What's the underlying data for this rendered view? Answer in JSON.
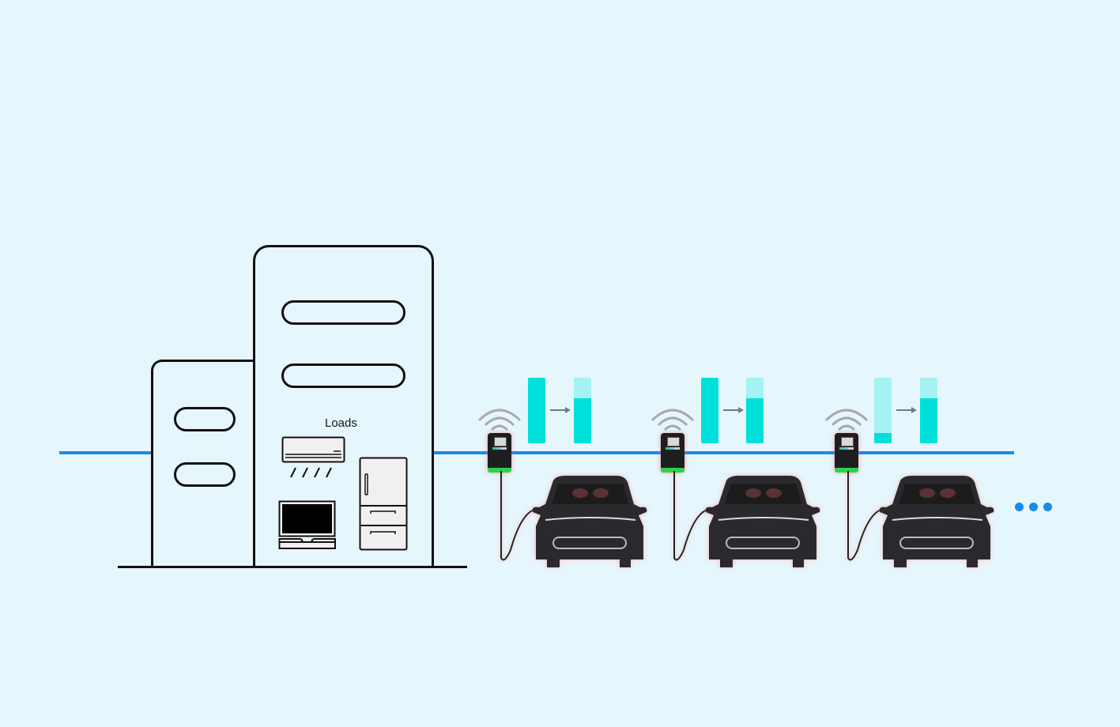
{
  "building": {
    "loads_label": "Loads",
    "appliances": [
      "air-conditioner",
      "monitor",
      "refrigerator"
    ]
  },
  "colors": {
    "background": "#e6f6fd",
    "grid_line": "#1a8be6",
    "battery_fill": "#00e0db",
    "battery_empty": "#a6f2f2",
    "charger_led": "#2bd34a",
    "ellipsis_dots": "#1a8be6"
  },
  "stations": [
    {
      "before_fill_pct": 100,
      "after_fill_pct": 70
    },
    {
      "before_fill_pct": 100,
      "after_fill_pct": 70
    },
    {
      "before_fill_pct": 15,
      "after_fill_pct": 70
    }
  ],
  "more_indicator": "..."
}
